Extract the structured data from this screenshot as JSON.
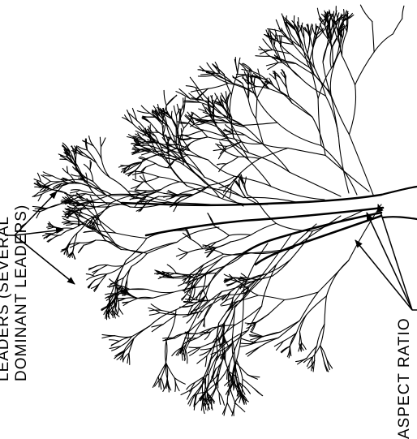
{
  "labels": {
    "leaders_line1": "LEADERS (SEVERAL",
    "leaders_line2": "DOMINANT LEADERS)",
    "aspect_ratio": "ASPECT RATIO"
  },
  "colors": {
    "ink": "#000000",
    "background": "#ffffff"
  }
}
